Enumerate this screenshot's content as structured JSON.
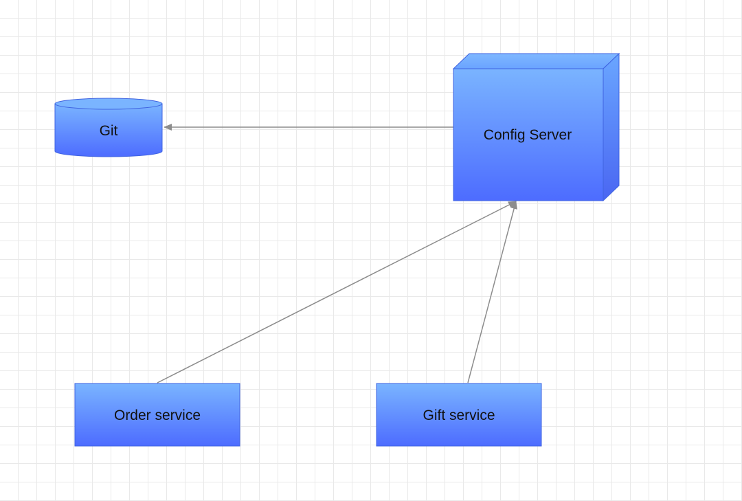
{
  "diagram": {
    "nodes": {
      "git": {
        "label": "Git",
        "shape": "cylinder"
      },
      "config_server": {
        "label": "Config Server",
        "shape": "3d-box"
      },
      "order_service": {
        "label": "Order service",
        "shape": "rectangle"
      },
      "gift_service": {
        "label": "Gift service",
        "shape": "rectangle"
      }
    },
    "edges": [
      {
        "from": "config_server",
        "to": "git"
      },
      {
        "from": "order_service",
        "to": "config_server"
      },
      {
        "from": "gift_service",
        "to": "config_server"
      }
    ],
    "colors": {
      "node_fill_top": "#7ab4ff",
      "node_fill_bottom": "#4d6cff",
      "node_stroke": "#3f63e0",
      "edge": "#8c8c8c",
      "grid": "#e9e9e9"
    }
  }
}
